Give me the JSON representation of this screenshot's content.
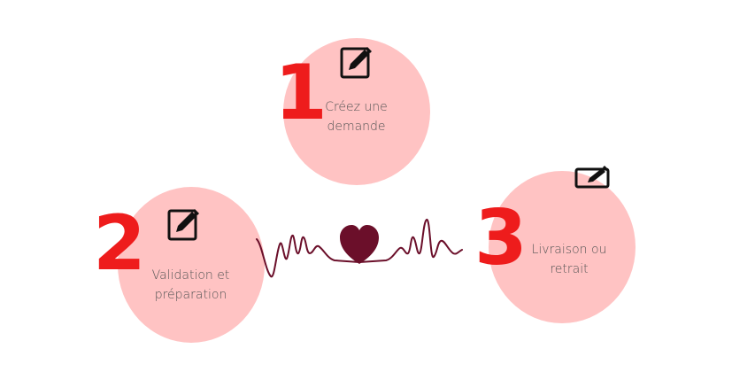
{
  "steps": [
    {
      "number": "1",
      "label_line1": "Créez une",
      "label_line2": "demande",
      "icon": "edit-icon"
    },
    {
      "number": "2",
      "label_line1": "Validation et",
      "label_line2": "préparation",
      "icon": "edit-icon"
    },
    {
      "number": "3",
      "label_line1": "Livraison ou",
      "label_line2": "retrait",
      "icon": "edit-icon"
    }
  ],
  "colors": {
    "circle": "#ffc3c3",
    "number": "#ee1c1c",
    "text": "#555555",
    "heart": "#6b0f2a",
    "wave": "#6b0f2a"
  },
  "decoration": {
    "center": "heart-icon",
    "line": "heartbeat-wave"
  }
}
